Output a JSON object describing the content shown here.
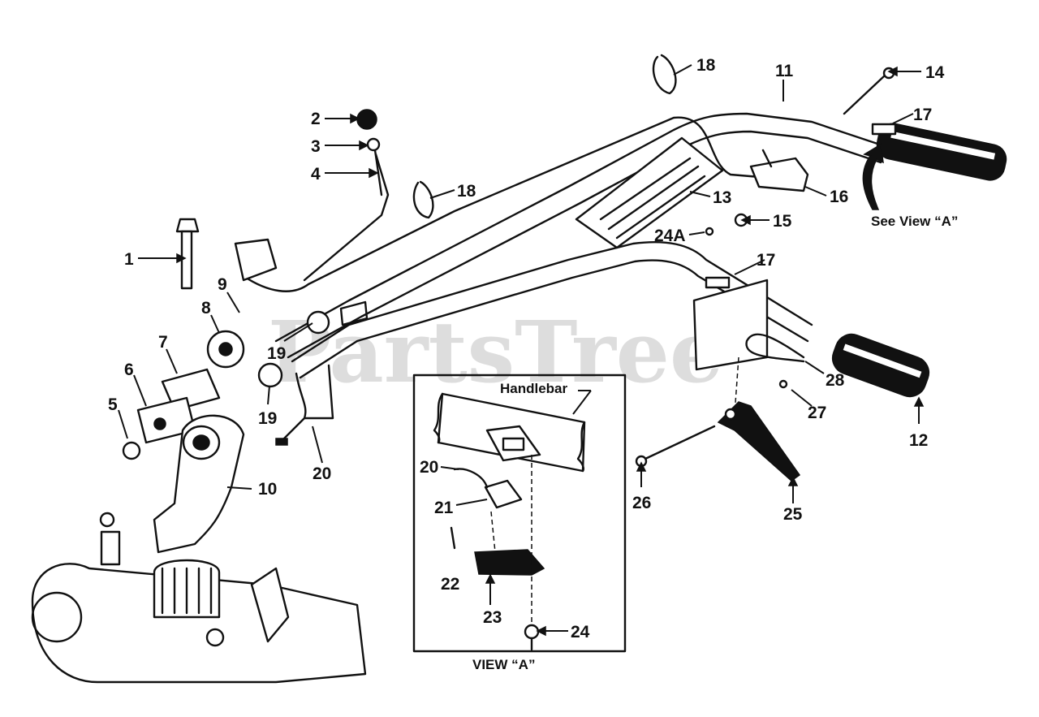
{
  "watermark": "PartsTree",
  "view_a": {
    "title": "VIEW “A”",
    "handlebar_label": "Handlebar"
  },
  "see_view_note": "See View “A”",
  "callouts": {
    "c1": "1",
    "c2": "2",
    "c3": "3",
    "c4": "4",
    "c5": "5",
    "c6": "6",
    "c7": "7",
    "c8": "8",
    "c9": "9",
    "c10": "10",
    "c11": "11",
    "c12": "12",
    "c13": "13",
    "c14": "14",
    "c15": "15",
    "c16": "16",
    "c17a": "17",
    "c17b": "17",
    "c18a": "18",
    "c18b": "18",
    "c19a": "19",
    "c19b": "19",
    "c20a": "20",
    "c20b": "20",
    "c21": "21",
    "c22": "22",
    "c23": "23",
    "c24": "24",
    "c24a": "24A",
    "c25": "25",
    "c26": "26",
    "c27": "27",
    "c28": "28"
  },
  "colors": {
    "ink": "#111111",
    "watermark": "#cfcfcf",
    "background": "#ffffff"
  }
}
